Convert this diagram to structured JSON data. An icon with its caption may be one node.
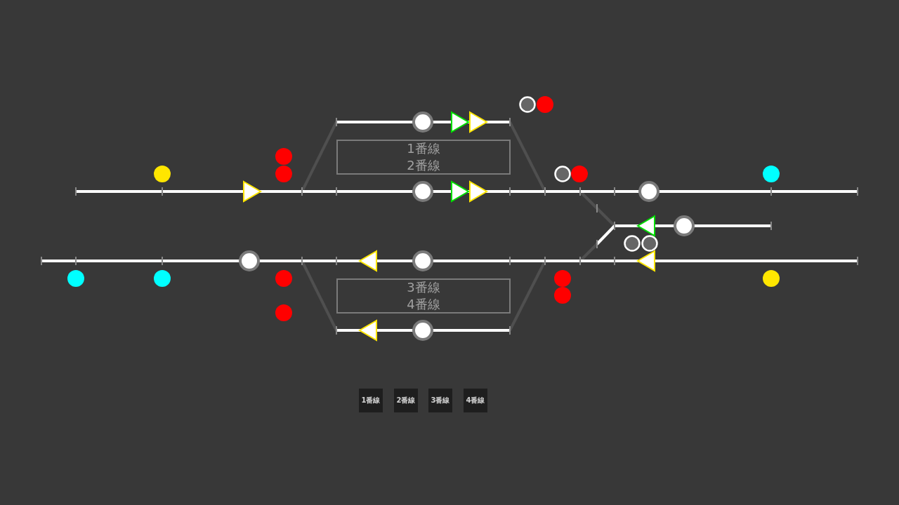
{
  "diagram": {
    "nodes": [
      {
        "text": [
          "1番線",
          "2番線"
        ]
      },
      {
        "text": [
          "3番線",
          "4番線"
        ]
      },
      {
        "text": [
          "1番線"
        ]
      },
      {
        "text": [
          "2番線"
        ]
      },
      {
        "text": [
          "3番線"
        ]
      },
      {
        "text": [
          "4番線"
        ]
      }
    ]
  }
}
